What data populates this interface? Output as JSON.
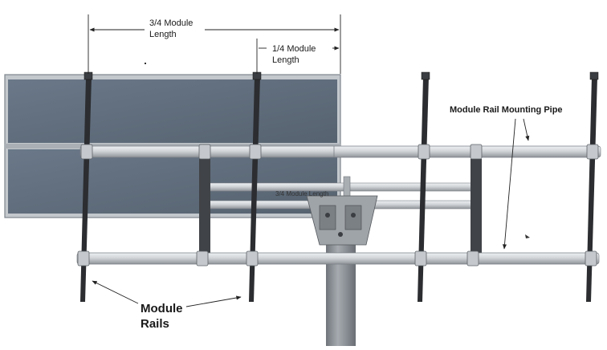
{
  "labels": {
    "three_quarter_line1": "3/4 Module",
    "three_quarter_line2": "Length",
    "quarter_line1": "1/4 Module",
    "quarter_line2": "Length",
    "rail_pipe": "Module Rail Mounting Pipe",
    "inner_dim": "3/4 Module Length",
    "module_rails_line1": "Module",
    "module_rails_line2": "Rails"
  },
  "colors": {
    "panel": "#5f6d7e",
    "panel_frame": "#b9bec4",
    "pipe": "#d3d6d9",
    "pipe_shadow": "#8e9398",
    "rail": "#2b2d30",
    "post": "#8f9499",
    "line": "#222222"
  }
}
